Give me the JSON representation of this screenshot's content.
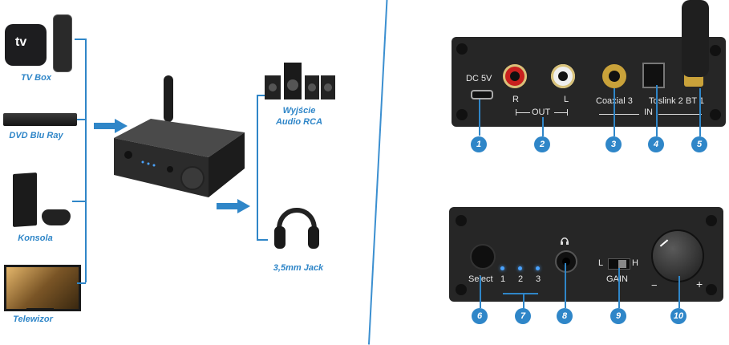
{
  "sources": {
    "tvbox": {
      "label": "TV Box",
      "device_text": "tv"
    },
    "dvd": {
      "label": "DVD Blu Ray"
    },
    "console": {
      "label": "Konsola"
    },
    "tv": {
      "label": "Telewizor"
    }
  },
  "outputs": {
    "rca": {
      "label_line1": "Wyjście",
      "label_line2": "Audio RCA"
    },
    "jack": {
      "label": "3,5mm Jack"
    }
  },
  "rear_panel": {
    "dc_label": "DC 5V",
    "r_label": "R",
    "l_label": "L",
    "out_label": "OUT",
    "coaxial_label": "Coaxial 3",
    "toslink_label": "Toslink 2",
    "bt_label": "BT 1",
    "in_label": "IN",
    "callouts": [
      "1",
      "2",
      "3",
      "4",
      "5"
    ]
  },
  "front_panel": {
    "select_label": "Select",
    "input_1": "1",
    "input_2": "2",
    "input_3": "3",
    "gain_l": "L",
    "gain_h": "H",
    "gain_label": "GAIN",
    "minus": "−",
    "plus": "+",
    "callouts": [
      "6",
      "7",
      "8",
      "9",
      "10"
    ]
  },
  "colors": {
    "accent": "#2f86c8",
    "panel": "#2a2a2a",
    "rca_red": "#c8201e",
    "gold": "#c9a23a"
  }
}
